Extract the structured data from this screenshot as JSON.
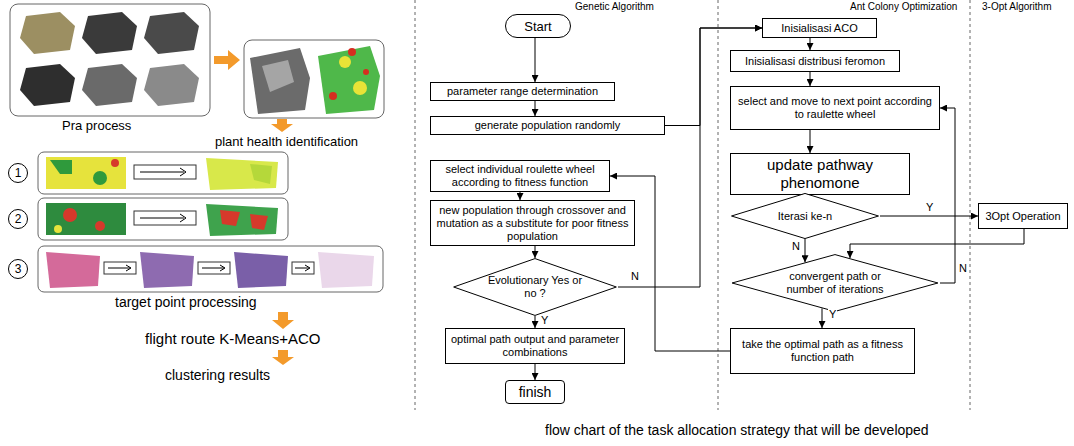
{
  "diagram": {
    "caption": "flow chart of the task allocation strategy that will be developed",
    "nodes": [
      {
        "text": [
          "1"
        ]
      },
      {
        "text": [
          "2"
        ]
      },
      {
        "text": [
          "3"
        ]
      },
      {
        "text": [
          "Start"
        ]
      },
      {
        "text": [
          "parameter range determination"
        ]
      },
      {
        "text": [
          "generate population randomly"
        ]
      },
      {
        "text": [
          "select individual roulette wheel according to fitness function"
        ]
      },
      {
        "text": [
          "new population through crossover and mutation as a substitute for poor fitness population"
        ]
      },
      {
        "text": [
          "Evolutionary Yes or no ?"
        ]
      },
      {
        "text": [
          "optimal path output and parameter combinations"
        ]
      },
      {
        "text": [
          "finish"
        ]
      },
      {
        "text": [
          "Inisialisasi ACO"
        ]
      },
      {
        "text": [
          "Inisialisasi distribusi feromon"
        ]
      },
      {
        "text": [
          "select and move to next point according to raulette wheel"
        ]
      },
      {
        "text": [
          "update pathway phenomone"
        ]
      },
      {
        "text": [
          "Iterasi ke-n"
        ]
      },
      {
        "text": [
          "convergent path or number of iterations"
        ]
      },
      {
        "text": [
          "take the optimal path as a fitness function path"
        ]
      },
      {
        "text": [
          "3Opt Operation"
        ]
      }
    ],
    "edges": [
      {
        "from": 3,
        "to": 4,
        "arrow": "to"
      },
      {
        "from": 4,
        "to": 5,
        "arrow": "to"
      },
      {
        "from": 5,
        "to": 11,
        "arrow": "to"
      },
      {
        "from": 6,
        "to": 7,
        "arrow": "to"
      },
      {
        "from": 7,
        "to": 8,
        "arrow": "to"
      },
      {
        "from": 8,
        "to": 9,
        "label": "Y",
        "arrow": "to"
      },
      {
        "from": 8,
        "to": 11,
        "label": "N",
        "arrow": "to"
      },
      {
        "from": 9,
        "to": 10,
        "arrow": "to"
      },
      {
        "from": 11,
        "to": 12,
        "arrow": "to"
      },
      {
        "from": 12,
        "to": 13,
        "arrow": "to"
      },
      {
        "from": 13,
        "to": 14,
        "arrow": "to"
      },
      {
        "from": 14,
        "to": 15,
        "arrow": "to"
      },
      {
        "from": 15,
        "to": 18,
        "label": "Y",
        "arrow": "to"
      },
      {
        "from": 15,
        "to": 16,
        "label": "N",
        "arrow": "to"
      },
      {
        "from": 18,
        "to": 16,
        "arrow": "to"
      },
      {
        "from": 16,
        "to": 13,
        "label": "N",
        "arrow": "to"
      },
      {
        "from": 16,
        "to": 17,
        "label": "Y",
        "arrow": "to"
      },
      {
        "from": 17,
        "to": 6,
        "arrow": "to"
      }
    ],
    "labels": [
      "plant health identification",
      "Pra process",
      "target point processing",
      "flight route K-Means+ACO",
      "clustering results",
      "Genetic Algorithm",
      "Ant Colony Optimization",
      "3-Opt Algorithm"
    ]
  }
}
